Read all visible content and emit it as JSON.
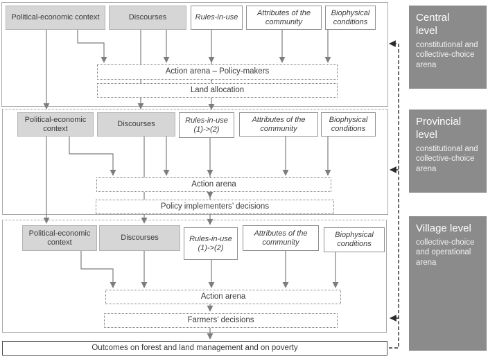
{
  "diagram": {
    "levels": [
      {
        "name": "central",
        "side_label": {
          "title": "Central level",
          "subtitle": "constitutional and collective-choice arena"
        },
        "boxes": {
          "political_economic": "Political-economic context",
          "discourses": "Discourses",
          "rules": "Rules-in-use",
          "attributes": "Attributes of the community",
          "biophysical": "Biophysical conditions"
        },
        "action_arena": "Action arena – Policy-makers",
        "decision": "Land allocation"
      },
      {
        "name": "provincial",
        "side_label": {
          "title": "Provincial level",
          "subtitle": "constitutional and collective-choice arena"
        },
        "boxes": {
          "political_economic": "Political-economic context",
          "discourses": "Discourses",
          "rules": "Rules-in-use (1)->(2)",
          "attributes": "Attributes of the community",
          "biophysical": "Biophysical conditions"
        },
        "action_arena": "Action arena",
        "decision": "Policy implementers’ decisions"
      },
      {
        "name": "village",
        "side_label": {
          "title": "Village level",
          "subtitle": "collective-choice and operational arena"
        },
        "boxes": {
          "political_economic": "Political-economic context",
          "discourses": "Discourses",
          "rules": "Rules-in-use (1)->(2)",
          "attributes": "Attributes of the community",
          "biophysical": "Biophysical conditions"
        },
        "action_arena": "Action arena",
        "decision": "Farmers’ decisions"
      }
    ],
    "outcomes": "Outcomes on forest and land management and on poverty",
    "colors": {
      "context_box_fill": "#d6d6d6",
      "side_label_bg": "#8b8b8b",
      "flow_line": "#7d7d7d",
      "feedback_line": "#2b2b2b"
    }
  }
}
